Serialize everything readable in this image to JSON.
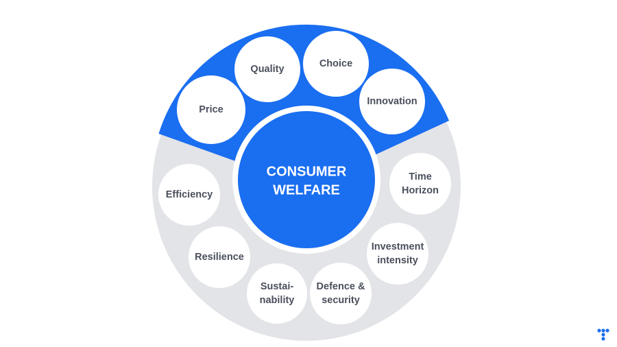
{
  "diagram": {
    "center": {
      "lines": [
        "CONSUMER",
        "WELFARE"
      ]
    },
    "top_group": [
      {
        "id": "price",
        "lines": [
          "Price"
        ]
      },
      {
        "id": "quality",
        "lines": [
          "Quality"
        ]
      },
      {
        "id": "choice",
        "lines": [
          "Choice"
        ]
      },
      {
        "id": "innovation",
        "lines": [
          "Innovation"
        ]
      }
    ],
    "bottom_group": [
      {
        "id": "efficiency",
        "lines": [
          "Efficiency"
        ]
      },
      {
        "id": "resilience",
        "lines": [
          "Resilience"
        ]
      },
      {
        "id": "sustainability",
        "lines": [
          "Sustai-",
          "nability"
        ]
      },
      {
        "id": "defence-security",
        "lines": [
          "Defence &",
          "security"
        ]
      },
      {
        "id": "investment-intensity",
        "lines": [
          "Investment",
          "intensity"
        ]
      },
      {
        "id": "time-horizon",
        "lines": [
          "Time",
          "Horizon"
        ]
      }
    ]
  },
  "colors": {
    "blue": "#1a6ef0",
    "gray": "#e3e4e8",
    "white": "#ffffff",
    "text": "#4a4f5c"
  },
  "logo": {
    "icon": "t-dots-logo-icon"
  }
}
